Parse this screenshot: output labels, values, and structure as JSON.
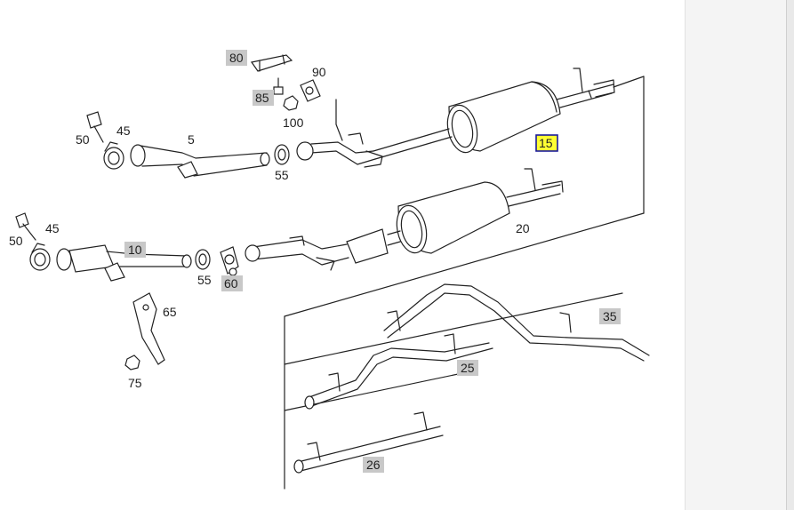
{
  "diagram": {
    "accent_color": "#ffff33",
    "selection_border_color": "#1a1a99",
    "callout_bg_color": "#c8c8c8",
    "labels": {
      "p80": "80",
      "p90": "90",
      "p85": "85",
      "p100": "100",
      "p50a": "50",
      "p45a": "45",
      "p5": "5",
      "p55a": "55",
      "p15": "15",
      "p50b": "50",
      "p45b": "45",
      "p10": "10",
      "p55b": "55",
      "p60": "60",
      "p20": "20",
      "p65": "65",
      "p75": "75",
      "p35": "35",
      "p25": "25",
      "p26": "26"
    }
  }
}
